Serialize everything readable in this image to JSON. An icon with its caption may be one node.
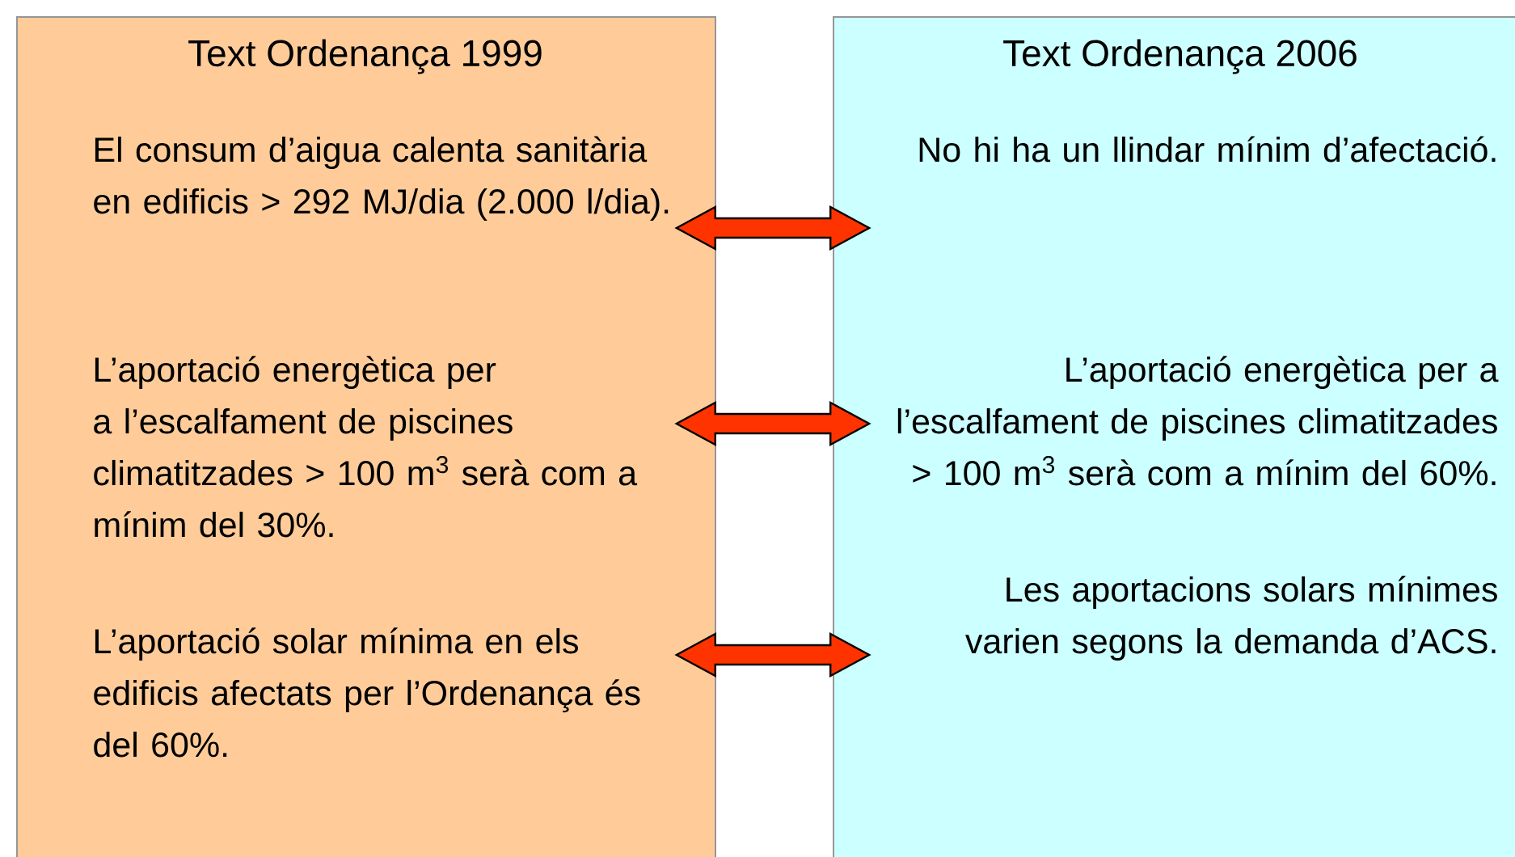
{
  "diagram": {
    "nodes": [
      {
        "text": [
          "Text Ordenança 1999"
        ]
      },
      {
        "text": [
          "El consum d’aigua calenta sanitària en edificis > 292 MJ/dia (2.000 l/dia)."
        ],
        "in": 0
      },
      {
        "text": [
          "L’aportació energètica per a l’escalfament de piscines climatitzades > 100 m$^{3}$ serà com a mínim del 30%."
        ],
        "in": 0
      },
      {
        "text": [
          "L’aportació solar mínima en els edificis afectats per l’Ordenança és del 60%."
        ],
        "in": 0
      },
      {
        "text": [
          "Text Ordenança 2006"
        ]
      },
      {
        "text": [
          "No hi ha un llindar mínim d’afectació."
        ],
        "in": 4
      },
      {
        "text": [
          "L’aportació energètica per a l’escalfament de piscines climatitzades > 100 m$^{3}$ serà com a mínim del 60%."
        ],
        "in": 4
      },
      {
        "text": [
          "Les aportacions solars mínimes varien segons la demanda d’ACS."
        ],
        "in": 4
      }
    ],
    "edges": [
      {
        "from": 1,
        "to": 5,
        "arrow": "both"
      },
      {
        "from": 2,
        "to": 6,
        "arrow": "both"
      },
      {
        "from": 3,
        "to": 7,
        "arrow": "both"
      }
    ]
  }
}
